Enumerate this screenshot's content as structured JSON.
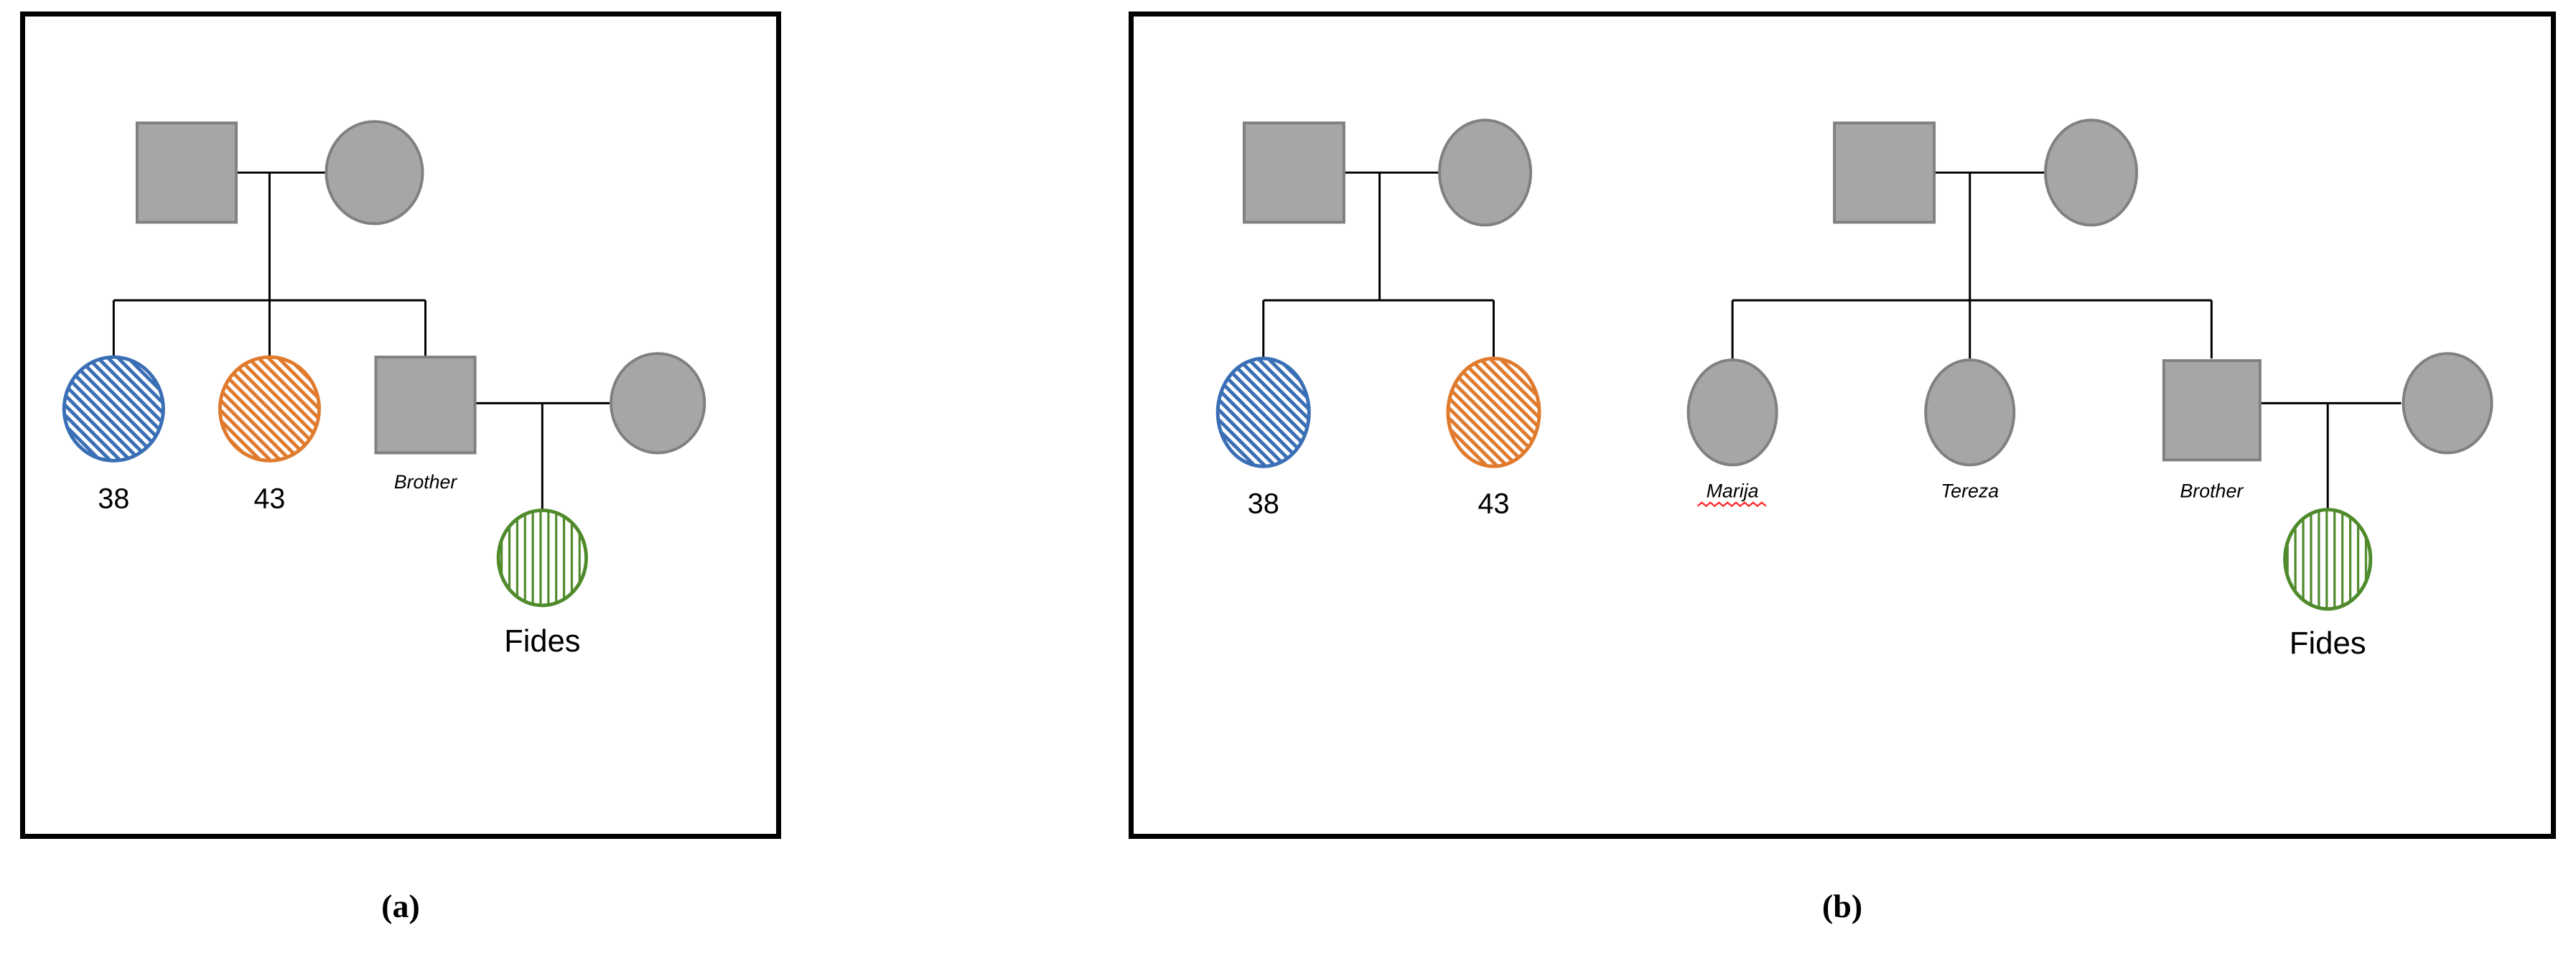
{
  "figure": {
    "type": "pedigree-chart",
    "panels": [
      {
        "id": "a",
        "caption": "(a)",
        "generations": 3,
        "individuals": [
          {
            "id": "a-father",
            "shape": "square",
            "sex": "male",
            "fill": "gray",
            "pattern": "solid",
            "label": ""
          },
          {
            "id": "a-mother",
            "shape": "circle",
            "sex": "female",
            "fill": "gray",
            "pattern": "solid",
            "label": ""
          },
          {
            "id": "a-sib1",
            "shape": "circle",
            "sex": "female",
            "fill": "blue",
            "pattern": "diagonal-hatch",
            "label": "38"
          },
          {
            "id": "a-sib2",
            "shape": "circle",
            "sex": "female",
            "fill": "orange",
            "pattern": "diagonal-hatch",
            "label": "43"
          },
          {
            "id": "a-brother",
            "shape": "square",
            "sex": "male",
            "fill": "gray",
            "pattern": "solid",
            "label": "Brother"
          },
          {
            "id": "a-wife",
            "shape": "circle",
            "sex": "female",
            "fill": "gray",
            "pattern": "solid",
            "label": ""
          },
          {
            "id": "a-fides",
            "shape": "circle",
            "sex": "female",
            "fill": "green",
            "pattern": "vertical-hatch",
            "label": "Fides"
          }
        ],
        "labels": {
          "sib1": "38",
          "sib2": "43",
          "brother": "Brother",
          "fides": "Fides"
        }
      },
      {
        "id": "b",
        "caption": "(b)",
        "generations": 3,
        "families": 2,
        "individuals": [
          {
            "id": "b-father1",
            "shape": "square",
            "sex": "male",
            "fill": "gray",
            "pattern": "solid",
            "label": ""
          },
          {
            "id": "b-mother1",
            "shape": "circle",
            "sex": "female",
            "fill": "gray",
            "pattern": "solid",
            "label": ""
          },
          {
            "id": "b-sib1",
            "shape": "circle",
            "sex": "female",
            "fill": "blue",
            "pattern": "diagonal-hatch",
            "label": "38"
          },
          {
            "id": "b-sib2",
            "shape": "circle",
            "sex": "female",
            "fill": "orange",
            "pattern": "diagonal-hatch",
            "label": "43"
          },
          {
            "id": "b-father2",
            "shape": "square",
            "sex": "male",
            "fill": "gray",
            "pattern": "solid",
            "label": ""
          },
          {
            "id": "b-mother2",
            "shape": "circle",
            "sex": "female",
            "fill": "gray",
            "pattern": "solid",
            "label": ""
          },
          {
            "id": "b-marija",
            "shape": "circle",
            "sex": "female",
            "fill": "gray",
            "pattern": "solid",
            "label": "Marija",
            "spellcheck_flag": true
          },
          {
            "id": "b-tereza",
            "shape": "circle",
            "sex": "female",
            "fill": "gray",
            "pattern": "solid",
            "label": "Tereza"
          },
          {
            "id": "b-brother",
            "shape": "square",
            "sex": "male",
            "fill": "gray",
            "pattern": "solid",
            "label": "Brother"
          },
          {
            "id": "b-wife",
            "shape": "circle",
            "sex": "female",
            "fill": "gray",
            "pattern": "solid",
            "label": ""
          },
          {
            "id": "b-fides",
            "shape": "circle",
            "sex": "female",
            "fill": "green",
            "pattern": "vertical-hatch",
            "label": "Fides"
          }
        ],
        "labels": {
          "sib1": "38",
          "sib2": "43",
          "marija": "Marija",
          "tereza": "Tereza",
          "brother": "Brother",
          "fides": "Fides"
        }
      }
    ]
  },
  "colors": {
    "gray_fill": "#a6a6a6",
    "gray_stroke": "#808080",
    "blue_stroke": "#3a6fb5",
    "orange_stroke": "#e07b2e",
    "green_stroke": "#4f8a2b",
    "line": "#000000",
    "panel_border": "#000000",
    "spellcheck_underline": "#ff2d2d",
    "background": "#ffffff"
  }
}
